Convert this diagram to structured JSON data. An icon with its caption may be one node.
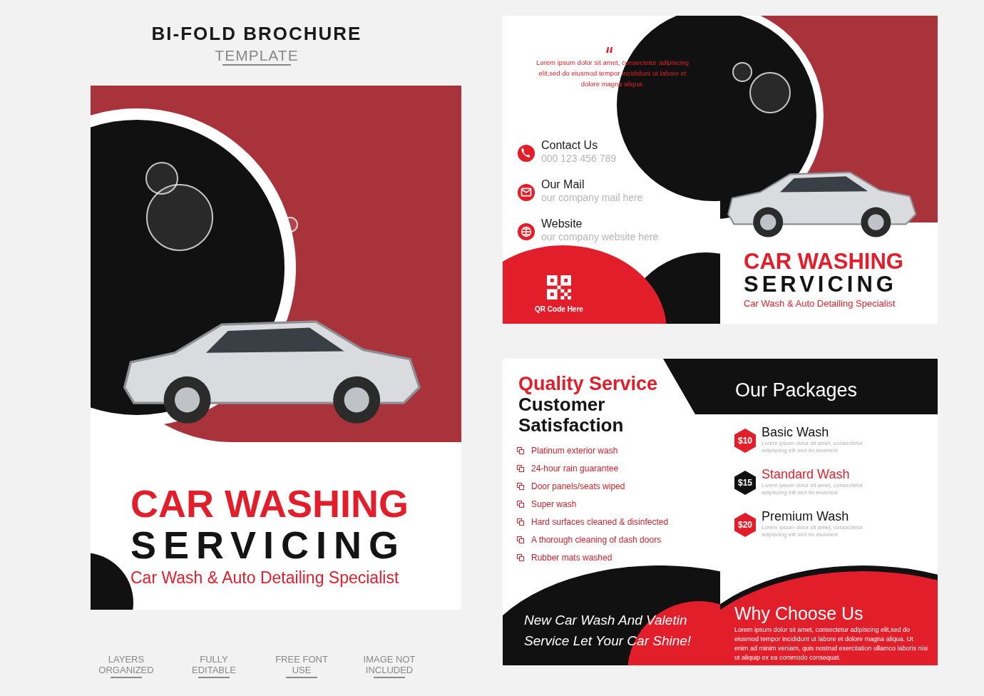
{
  "diagram": {
    "title": "BI-FOLD BROCHURE",
    "nodes": [
      {
        "text": [
          "CAR WASHING",
          "SERVICING",
          "Car Wash & Auto Detailing Specialist"
        ]
      },
      {
        "text": [
          "Lorem ipsum dolor sit amet, consectetur adipiscing elit,sed do eiusmod tempor incididunt ut labore et dolore magna aliqua."
        ]
      },
      {
        "text": [
          "Contact Us",
          "000 123 456 789"
        ],
        "in": 1
      },
      {
        "text": [
          "Our Mail",
          "our company mail here"
        ],
        "in": 1
      },
      {
        "text": [
          "Website",
          "our company website here"
        ],
        "in": 1
      },
      {
        "text": [
          "QR Code Here"
        ],
        "in": 1
      },
      {
        "text": [
          "CAR WASHING",
          "SERVICING",
          "Car Wash & Auto Detailing Specialist"
        ]
      },
      {
        "text": [
          "Quality Service",
          "Customer Satisfaction"
        ]
      },
      {
        "text": [
          "Platinum exterior wash",
          "24-hour rain guarantee",
          "Door panels/seats wiped",
          "Super wash",
          "Hard surfaces cleaned & disinfected",
          "A thorough cleaning of dash doors",
          "Rubber mats washed"
        ],
        "in": 7
      },
      {
        "text": [
          "New Car Wash And Valetin Service Let Your Car Shine!"
        ],
        "in": 7
      },
      {
        "text": [
          "Our Packages"
        ]
      },
      {
        "text": [
          "$10",
          "Basic Wash",
          "Lorem ipsum dolor sit amet, consectetur adipiscing elit sed do eiusmod"
        ],
        "in": 10
      },
      {
        "text": [
          "$15",
          "Standard Wash",
          "Lorem ipsum dolor sit amet, consectetur adipiscing elit sed do eiusmod"
        ],
        "in": 10
      },
      {
        "text": [
          "$20",
          "Premium Wash",
          "Lorem ipsum dolor sit amet, consectetur adipiscing elit sed do eiusmod"
        ],
        "in": 10
      },
      {
        "text": [
          "Why Choose Us",
          "Lorem ipsum dolor sit amet, consectetur adipiscing elit,sed do eiusmod tempor incididunt ut labore et dolore magna aliqua. Ut enim ad minim veniam, quis nostrud exercitation ullamco laboris nisi ut aliquip ex ea commodo consequat."
        ],
        "in": 10
      }
    ],
    "labels": [
      "TEMPLATE",
      "LAYERS ORGANIZED",
      "FULLY EDITABLE",
      "FREE FONT USE",
      "IMAGE NOT INCLUDED"
    ]
  }
}
